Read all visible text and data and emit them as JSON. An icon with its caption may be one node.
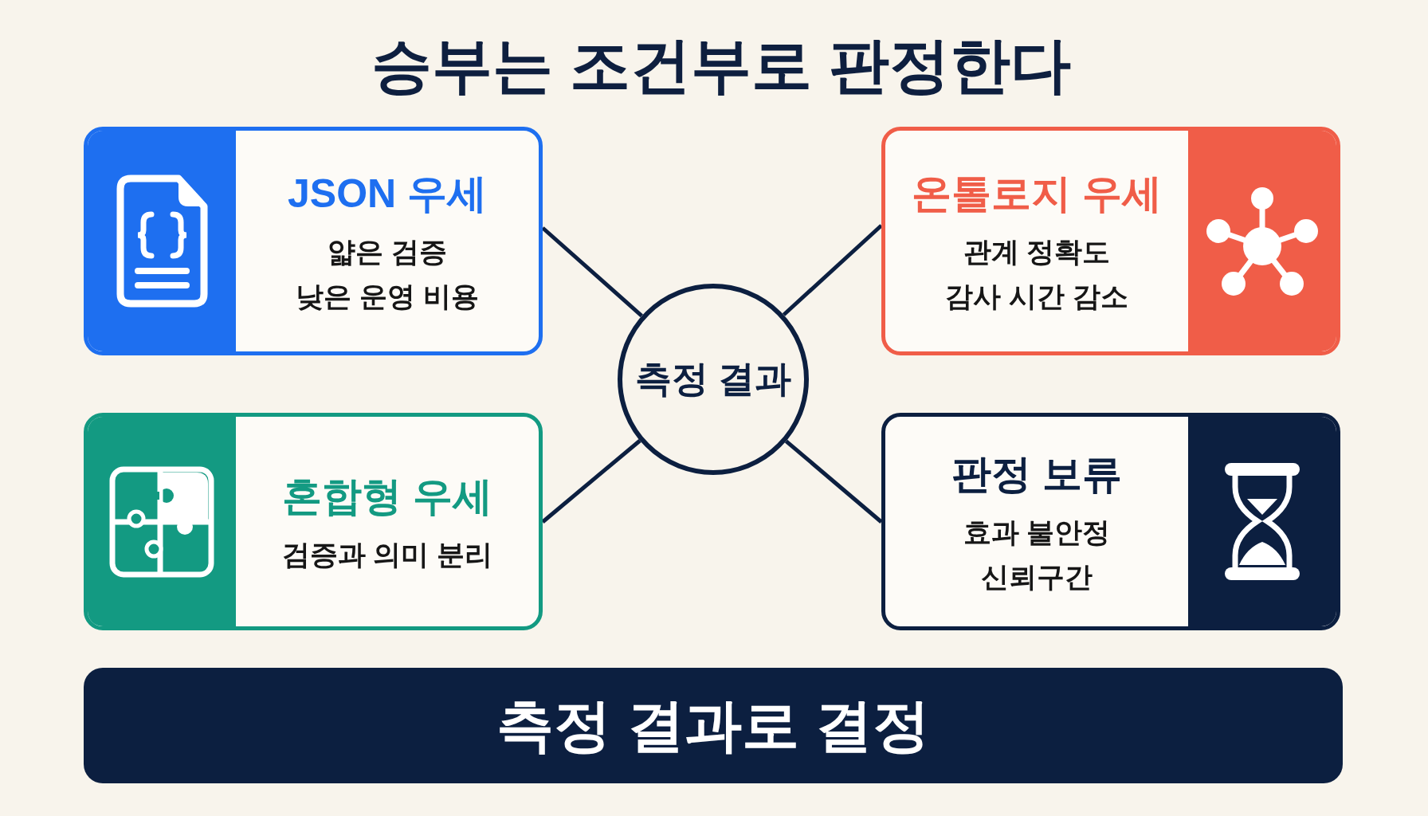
{
  "diagram": {
    "title": "승부는 조건부로 판정한다",
    "nodes": [
      {
        "text": [
          "JSON 우세",
          "얇은 검증",
          "낮은 운영 비용"
        ]
      },
      {
        "text": [
          "온톨로지 우세",
          "관계 정확도",
          "감사 시간 감소"
        ]
      },
      {
        "text": [
          "측정 결과"
        ]
      },
      {
        "text": [
          "혼합형 우세",
          "검증과 의미 분리"
        ]
      },
      {
        "text": [
          "판정 보류",
          "효과 불안정",
          "신뢰구간"
        ]
      },
      {
        "text": [
          "측정 결과로 결정"
        ]
      }
    ],
    "edges": [
      {
        "from": 2,
        "to": 0,
        "arrow": "none"
      },
      {
        "from": 2,
        "to": 1,
        "arrow": "none"
      },
      {
        "from": 2,
        "to": 3,
        "arrow": "none"
      },
      {
        "from": 2,
        "to": 4,
        "arrow": "none"
      }
    ]
  }
}
